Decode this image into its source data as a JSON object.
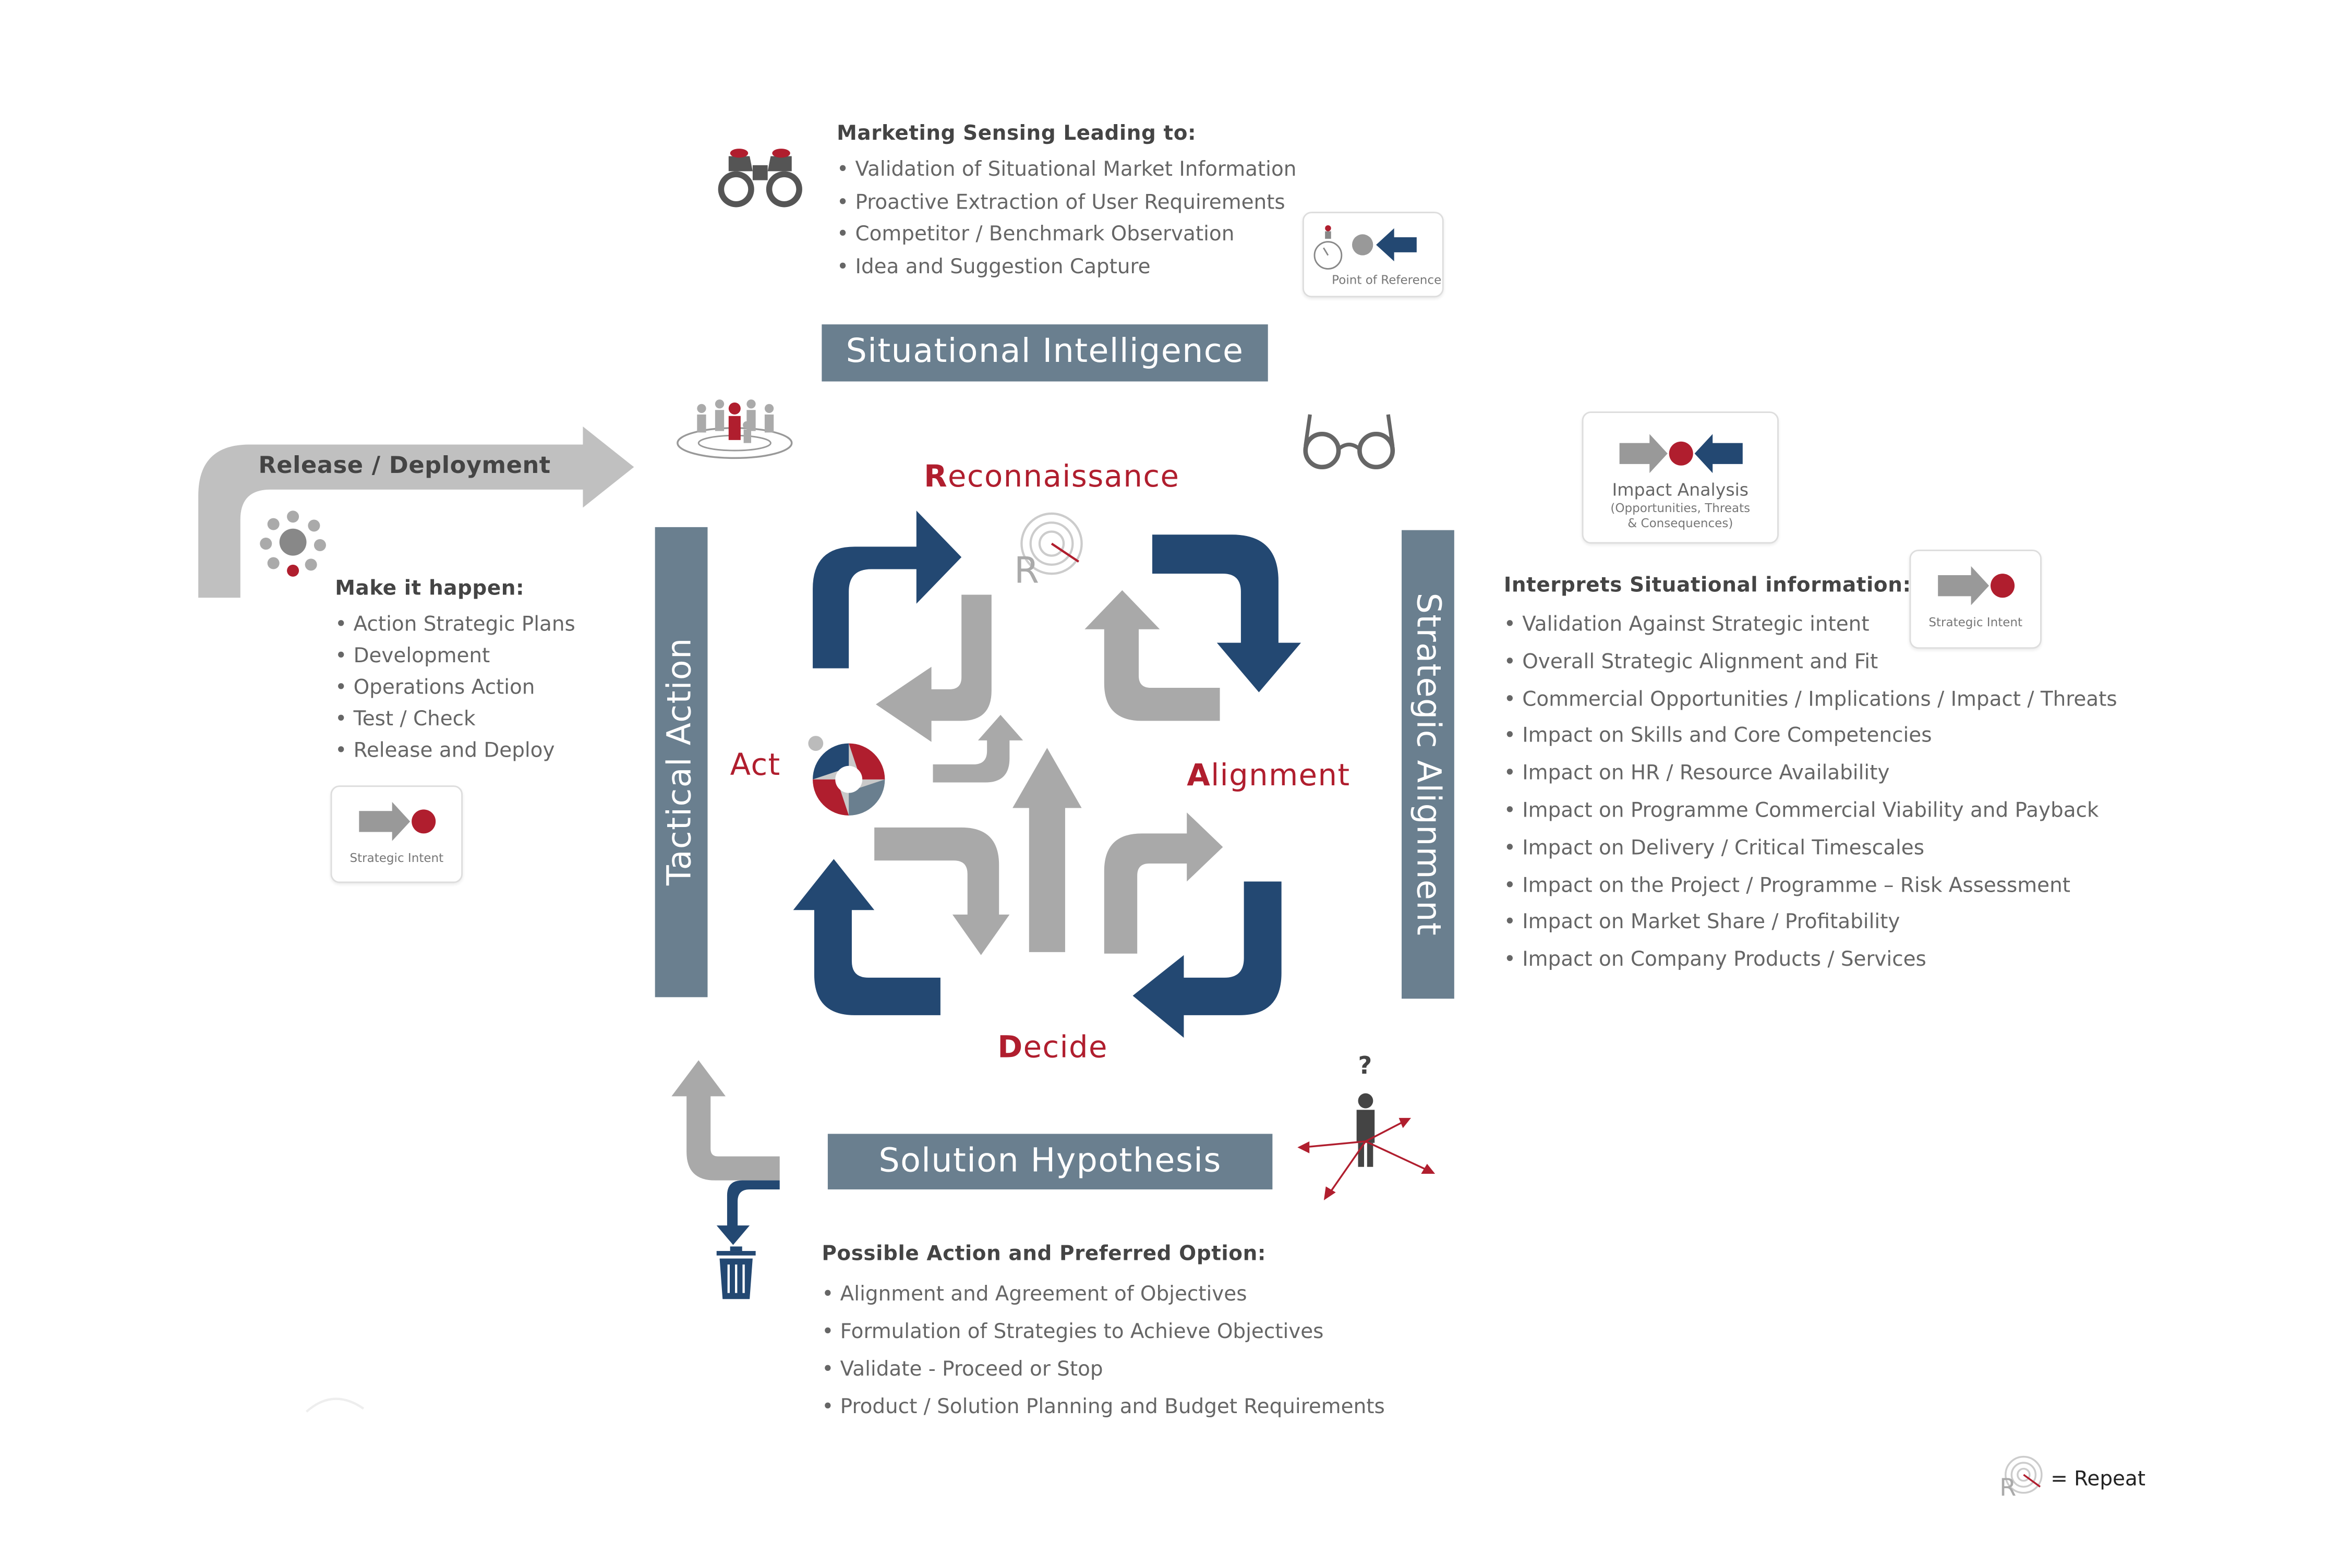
{
  "situational": {
    "title": "Situational Intelligence",
    "heading": "Marketing Sensing Leading to:",
    "items": [
      "Validation of Situational Market Information",
      "Proactive Extraction of User Requirements",
      "Competitor / Benchmark Observation",
      "Idea and Suggestion Capture"
    ]
  },
  "point_of_reference": {
    "caption": "Point of Reference"
  },
  "release": {
    "label": "Release / Deployment"
  },
  "make_it_happen": {
    "heading": "Make it happen:",
    "items": [
      "Action Strategic Plans",
      "Development",
      "Operations Action",
      "Test / Check",
      "Release and Deploy"
    ],
    "card_caption": "Strategic Intent"
  },
  "impact_analysis": {
    "title": "Impact Analysis",
    "subtitle_line1": "(Opportunities, Threats",
    "subtitle_line2": "& Consequences)"
  },
  "strategic": {
    "title": "Strategic Alignment",
    "heading": "Interprets Situational information:",
    "card_caption": "Strategic Intent",
    "items": [
      "Validation Against Strategic intent",
      "Overall Strategic Alignment and Fit",
      "Commercial Opportunities / Implications / Impact / Threats",
      "Impact on Skills and Core Competencies",
      "Impact on HR / Resource Availability",
      "Impact on Programme Commercial Viability and Payback",
      "Impact on Delivery / Critical Timescales",
      "Impact on the Project / Programme – Risk Assessment",
      "Impact on Market Share / Profitability",
      "Impact on Company Products / Services"
    ]
  },
  "tactical": {
    "title": "Tactical Action"
  },
  "cycle": {
    "reconnaissance_first": "R",
    "reconnaissance_rest": "econnaissance",
    "alignment_first": "A",
    "alignment_rest": "lignment",
    "decide_first": "D",
    "decide_rest": "ecide",
    "act": "Act",
    "r_glyph": "R"
  },
  "solution": {
    "title": "Solution Hypothesis",
    "heading": "Possible Action and Preferred Option:",
    "items": [
      "Alignment and Agreement of Objectives",
      "Formulation of Strategies to Achieve Objectives",
      "Validate - Proceed or Stop",
      "Product / Solution Planning and Budget Requirements"
    ]
  },
  "question_mark": "?",
  "legend": {
    "label": "= Repeat",
    "r_glyph": "R"
  },
  "colors": {
    "navy": "#234872",
    "grey_arrow": "#a9a9a9",
    "bar": "#6a7f8f",
    "red": "#b01e2e"
  }
}
